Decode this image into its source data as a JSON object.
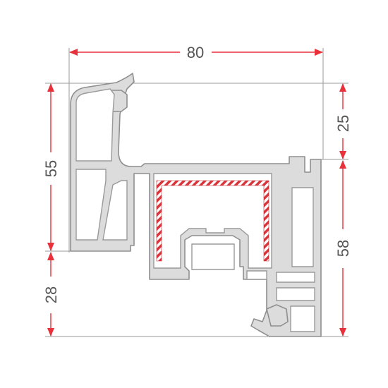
{
  "dimensions": {
    "width_top": "80",
    "height_left_upper": "55",
    "height_left_lower": "28",
    "height_right_upper": "25",
    "height_right_lower": "58"
  },
  "colors": {
    "dimension_line": "#e8313a",
    "profile_fill": "#dcdcdc",
    "profile_stroke": "#8f8f8f",
    "reinforcement": "#d9333b",
    "text": "#555555"
  }
}
